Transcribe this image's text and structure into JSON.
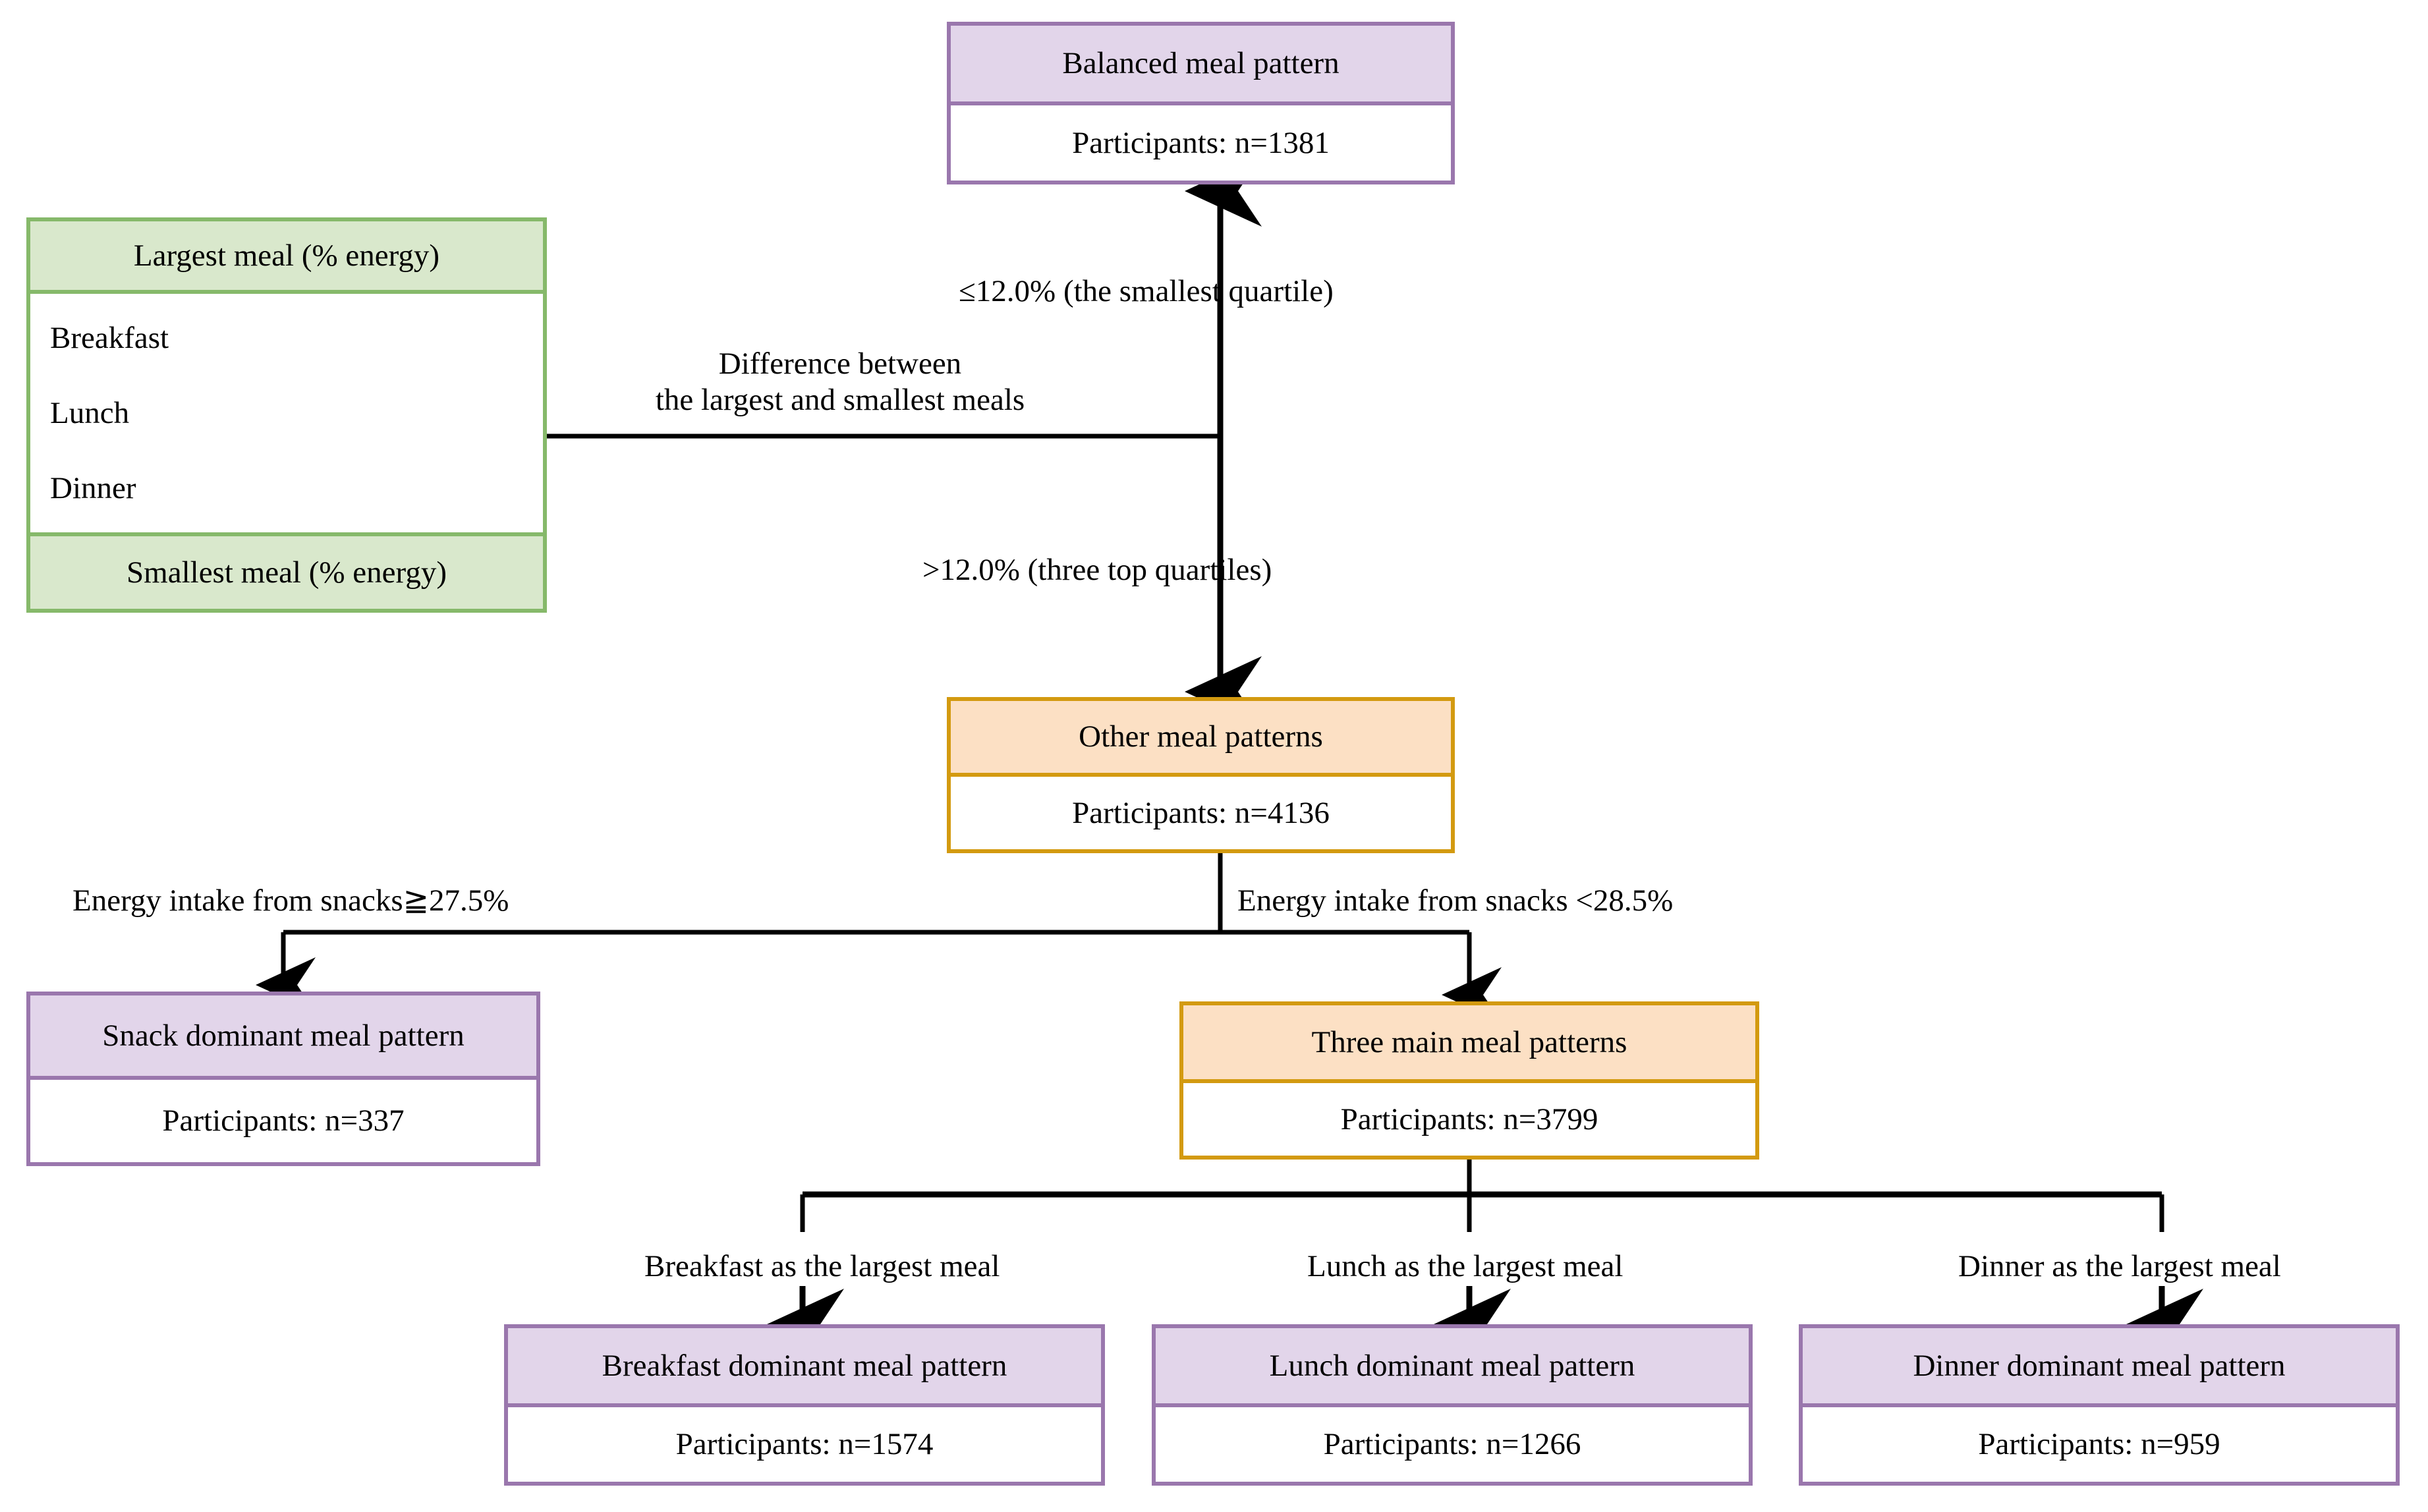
{
  "diagram": {
    "title": "Meal pattern classification flowchart",
    "participants_prefix": "Participants: n=",
    "colors": {
      "purple_border": "#9a77ad",
      "purple_fill": "#e2d5ea",
      "orange_border": "#d39a10",
      "orange_fill": "#fce0c4",
      "green_border": "#86b96a",
      "green_fill": "#d9e8cc",
      "connector": "#000000",
      "page_background": "#ffffff"
    }
  },
  "source_box": {
    "header": "Largest meal (% energy)",
    "items": [
      "Breakfast",
      "Lunch",
      "Dinner"
    ],
    "footer": "Smallest meal (% energy)"
  },
  "nodes": {
    "balanced": {
      "title": "Balanced meal pattern",
      "participants": "Participants: n=1381",
      "n": 1381,
      "style": "purple"
    },
    "other": {
      "title": "Other meal patterns",
      "participants": "Participants: n=4136",
      "n": 4136,
      "style": "orange"
    },
    "snack": {
      "title": "Snack dominant meal pattern",
      "participants": "Participants: n=337",
      "n": 337,
      "style": "purple"
    },
    "three_main": {
      "title": "Three main meal patterns",
      "participants": "Participants: n=3799",
      "n": 3799,
      "style": "orange"
    },
    "breakfast": {
      "title": "Breakfast dominant meal pattern",
      "participants": "Participants: n=1574",
      "n": 1574,
      "style": "purple"
    },
    "lunch": {
      "title": "Lunch dominant meal pattern",
      "participants": "Participants: n=1266",
      "n": 1266,
      "style": "purple"
    },
    "dinner": {
      "title": "Dinner dominant meal pattern",
      "participants": "Participants: n=959",
      "n": 959,
      "style": "purple"
    }
  },
  "edge_labels": {
    "difference_line1": "Difference between",
    "difference_line2": "the largest and smallest meals",
    "smallest_quartile": "≤12.0% (the smallest quartile)",
    "top_quartiles": ">12.0% (three top quartiles)",
    "snacks_high": "Energy intake from snacks≧27.5%",
    "snacks_low": "Energy intake from snacks <28.5%",
    "breakfast_largest": "Breakfast as the largest meal",
    "lunch_largest": "Lunch as the largest meal",
    "dinner_largest": "Dinner as the largest meal"
  }
}
